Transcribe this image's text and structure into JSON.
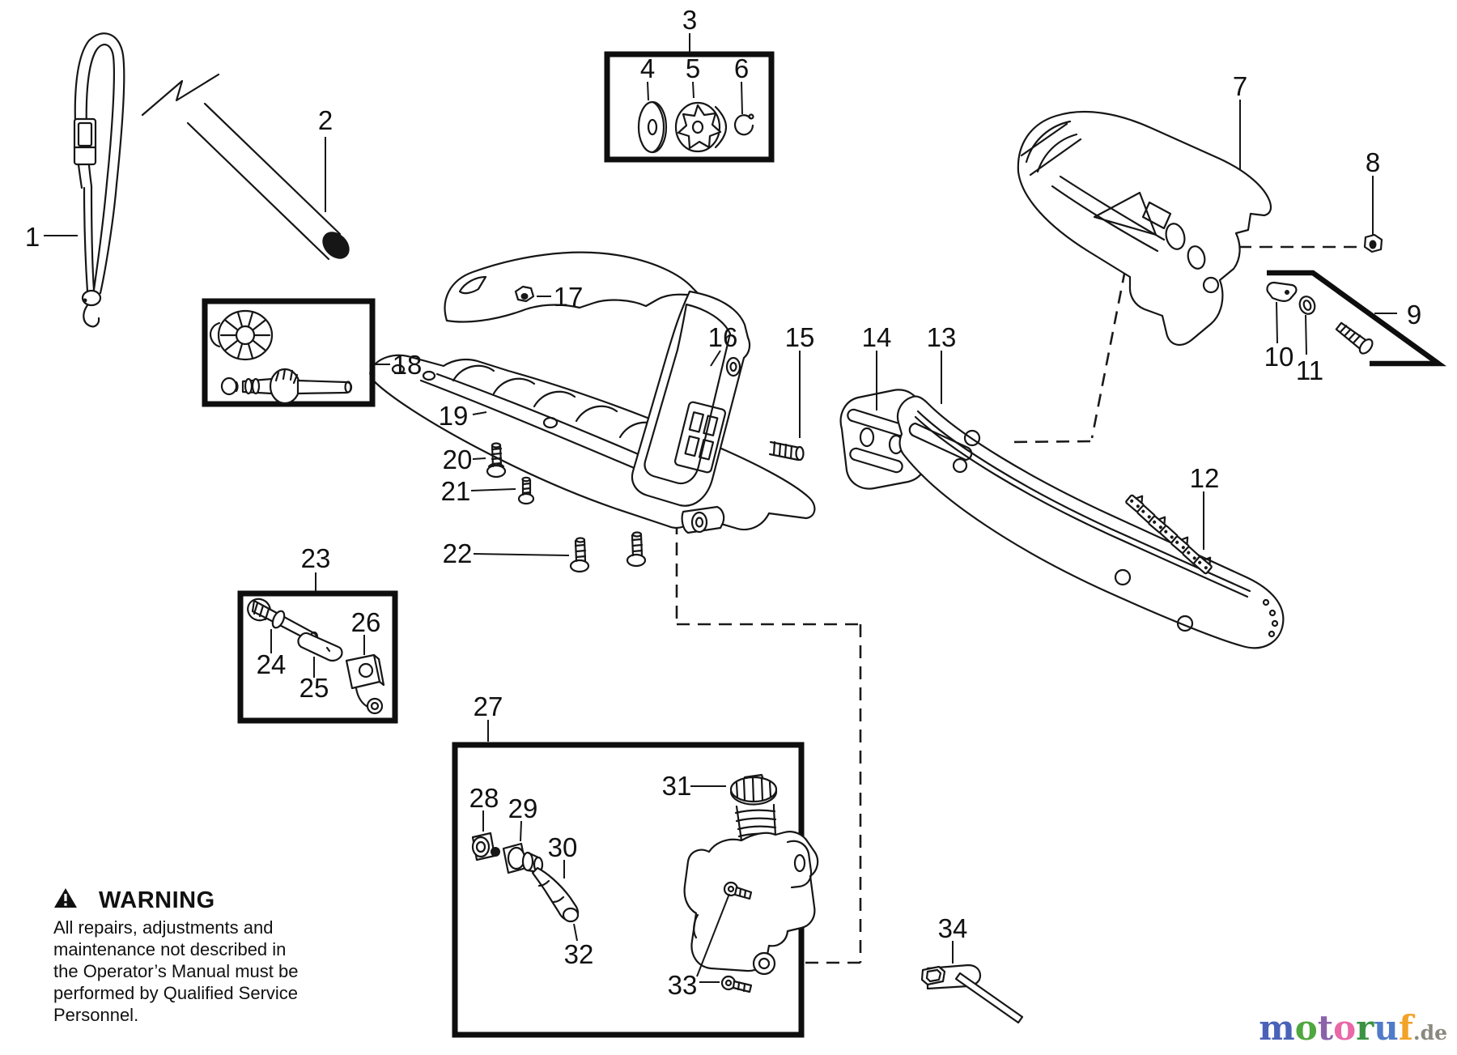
{
  "page": {
    "background": "#ffffff",
    "line_color": "#161616"
  },
  "callouts": {
    "c1": "1",
    "c2": "2",
    "c3": "3",
    "c4": "4",
    "c5": "5",
    "c6": "6",
    "c7": "7",
    "c8": "8",
    "c9": "9",
    "c10": "10",
    "c11": "11",
    "c12": "12",
    "c13": "13",
    "c14": "14",
    "c15": "15",
    "c16": "16",
    "c17": "17",
    "c18": "18",
    "c19": "19",
    "c20": "20",
    "c21": "21",
    "c22": "22",
    "c23": "23",
    "c24": "24",
    "c25": "25",
    "c26": "26",
    "c27": "27",
    "c28": "28",
    "c29": "29",
    "c30": "30",
    "c31": "31",
    "c32": "32",
    "c33": "33",
    "c34": "34"
  },
  "warning": {
    "title": "WARNING",
    "icon": "warning-triangle",
    "lines": [
      "All repairs, adjustments and",
      "maintenance not described in",
      "the Operator’s Manual must be",
      "performed by Qualified Service",
      "Personnel."
    ]
  },
  "logo": {
    "letters": [
      {
        "ch": "m",
        "color": "#4a63b8"
      },
      {
        "ch": "o",
        "color": "#4fa83f"
      },
      {
        "ch": "t",
        "color": "#8a62aa"
      },
      {
        "ch": "o",
        "color": "#ea67a8"
      },
      {
        "ch": "r",
        "color": "#3a9343"
      },
      {
        "ch": "u",
        "color": "#4f7bc8"
      },
      {
        "ch": "f",
        "color": "#f2a227"
      }
    ],
    "suffix": ".de",
    "suffix_color": "#8b887e"
  }
}
